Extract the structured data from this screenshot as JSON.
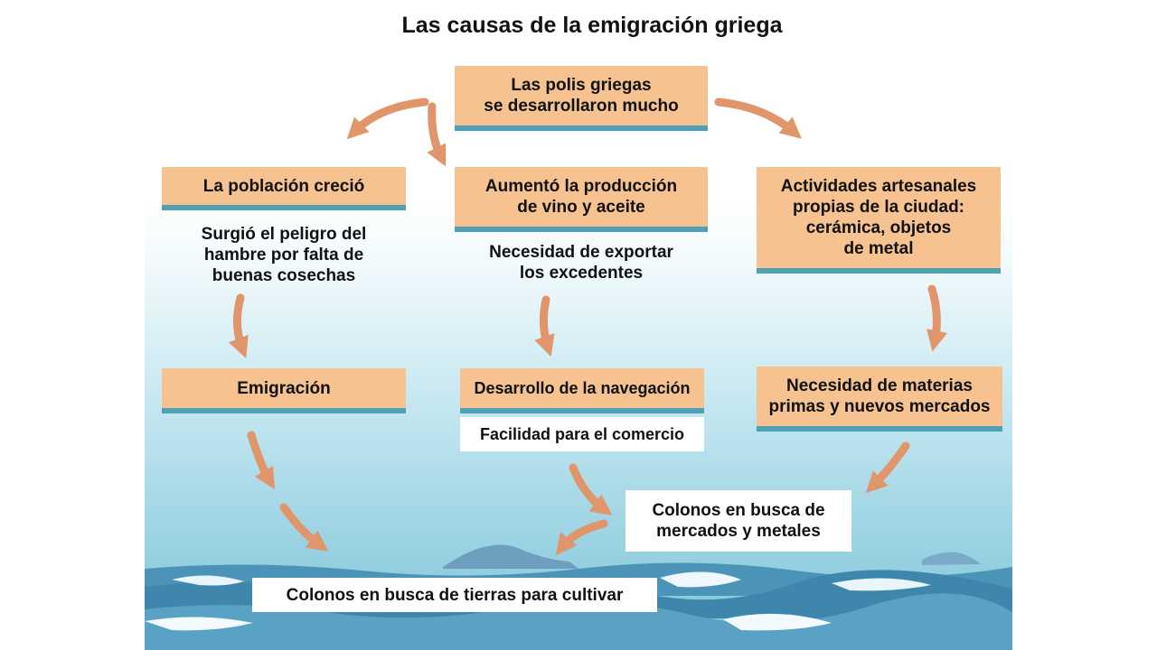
{
  "title": "Las causas de la emigración griega",
  "nodes": {
    "polis": "Las polis griegas\nse desarrollaron mucho",
    "poblacion": "La población creció",
    "produccion": "Aumentó la producción\nde vino y aceite",
    "actividades": "Actividades artesanales\npropias de la ciudad:\ncerámica, objetos\nde metal",
    "peligro": "Surgió el peligro del\nhambre por falta de\nbuenas cosechas",
    "exportar": "Necesidad de exportar\nlos excedentes",
    "emigracion": "Emigración",
    "navegacion": "Desarrollo de la navegación",
    "comercio": "Facilidad para el comercio",
    "materias": "Necesidad de materias\nprimas y nuevos mercados",
    "colonos_mercados": "Colonos en busca de\nmercados y metales",
    "colonos_tierras": "Colonos en busca de tierras para cultivar"
  },
  "colors": {
    "box_fill": "#f5c290",
    "box_underline": "#4f9fb5",
    "arrow": "#e0956a"
  }
}
